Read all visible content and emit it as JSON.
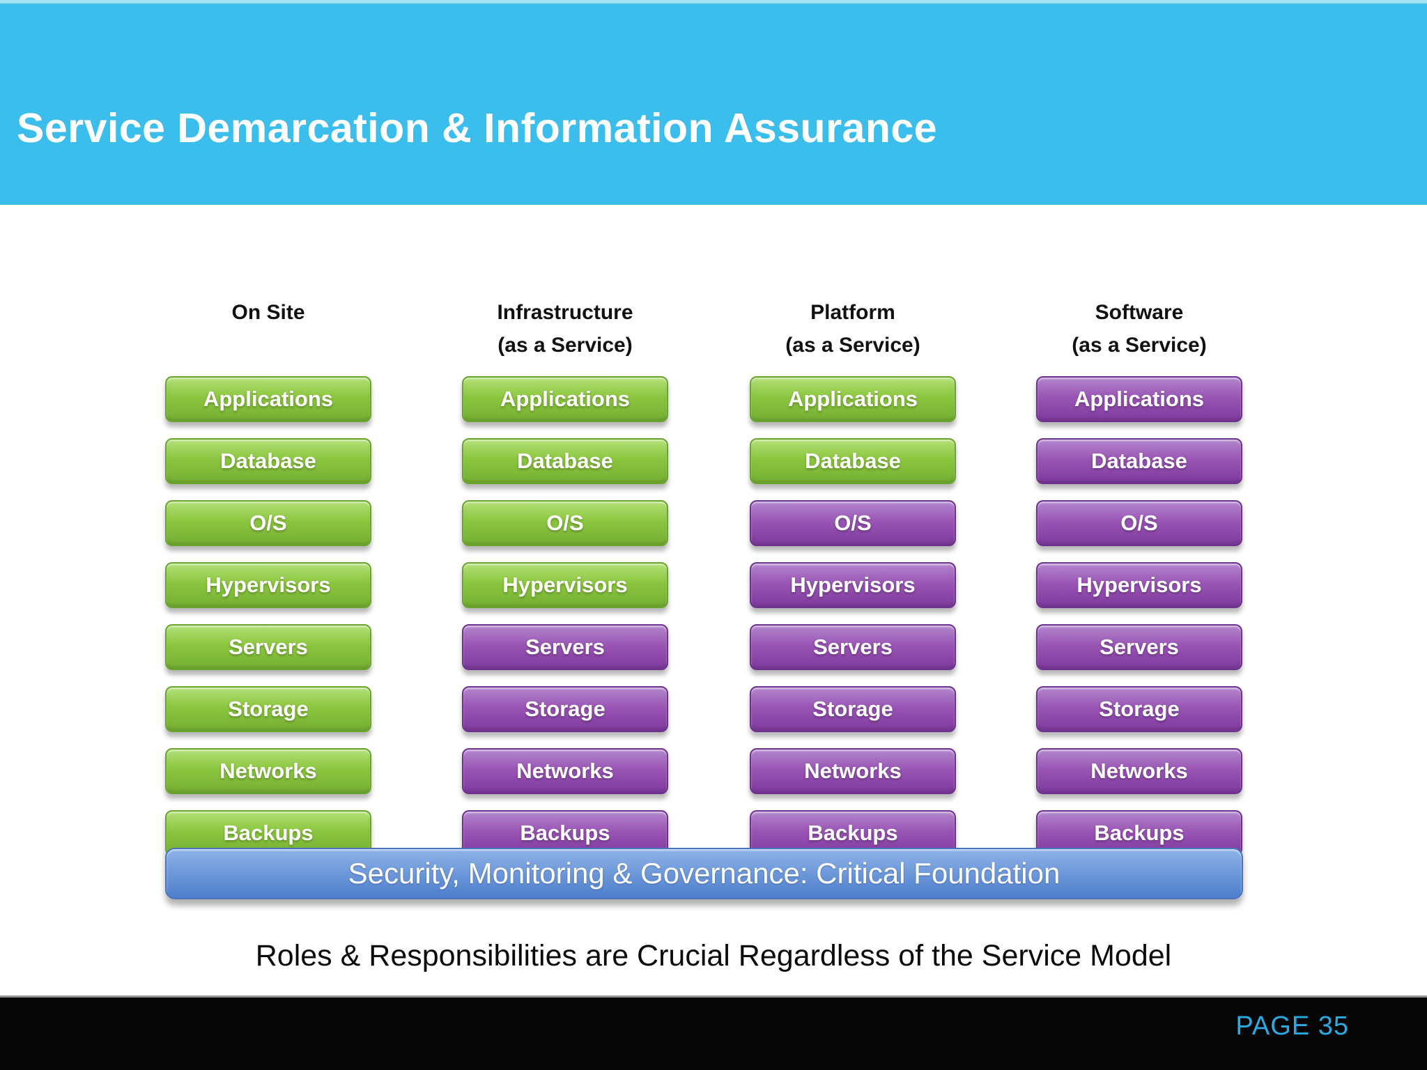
{
  "slide": {
    "title": "Service Demarcation & Information Assurance",
    "footer_note": "Roles & Responsibilities are Crucial Regardless of the Service Model",
    "page_label": "PAGE 35"
  },
  "banner": {
    "label": "Security, Monitoring & Governance: Critical Foundation"
  },
  "columns": [
    {
      "title": "On Site",
      "subtitle": "",
      "items": [
        {
          "label": "Applications",
          "color": "green"
        },
        {
          "label": "Database",
          "color": "green"
        },
        {
          "label": "O/S",
          "color": "green"
        },
        {
          "label": "Hypervisors",
          "color": "green"
        },
        {
          "label": "Servers",
          "color": "green"
        },
        {
          "label": "Storage",
          "color": "green"
        },
        {
          "label": "Networks",
          "color": "green"
        },
        {
          "label": "Backups",
          "color": "green"
        }
      ]
    },
    {
      "title": "Infrastructure",
      "subtitle": "(as a Service)",
      "items": [
        {
          "label": "Applications",
          "color": "green"
        },
        {
          "label": "Database",
          "color": "green"
        },
        {
          "label": "O/S",
          "color": "green"
        },
        {
          "label": "Hypervisors",
          "color": "green"
        },
        {
          "label": "Servers",
          "color": "purple"
        },
        {
          "label": "Storage",
          "color": "purple"
        },
        {
          "label": "Networks",
          "color": "purple"
        },
        {
          "label": "Backups",
          "color": "purple"
        }
      ]
    },
    {
      "title": "Platform",
      "subtitle": "(as a Service)",
      "items": [
        {
          "label": "Applications",
          "color": "green"
        },
        {
          "label": "Database",
          "color": "green"
        },
        {
          "label": "O/S",
          "color": "purple"
        },
        {
          "label": "Hypervisors",
          "color": "purple"
        },
        {
          "label": "Servers",
          "color": "purple"
        },
        {
          "label": "Storage",
          "color": "purple"
        },
        {
          "label": "Networks",
          "color": "purple"
        },
        {
          "label": "Backups",
          "color": "purple"
        }
      ]
    },
    {
      "title": "Software",
      "subtitle": "(as a Service)",
      "items": [
        {
          "label": "Applications",
          "color": "purple"
        },
        {
          "label": "Database",
          "color": "purple"
        },
        {
          "label": "O/S",
          "color": "purple"
        },
        {
          "label": "Hypervisors",
          "color": "purple"
        },
        {
          "label": "Servers",
          "color": "purple"
        },
        {
          "label": "Storage",
          "color": "purple"
        },
        {
          "label": "Networks",
          "color": "purple"
        },
        {
          "label": "Backups",
          "color": "purple"
        }
      ]
    }
  ],
  "colors": {
    "header_blue": "#3BBEEC",
    "green_light": "#B2E078",
    "green_main": "#8CC63F",
    "green_dark": "#74AF33",
    "green_border": "#69A42C",
    "purple_light": "#B287CD",
    "purple_main": "#9A55B5",
    "purple_dark": "#7E3A9D",
    "purple_border": "#6F3190",
    "banner_light": "#8FB3E8",
    "banner_main": "#6E99DA",
    "banner_dark": "#4E7ECC",
    "banner_border": "#4C74BE",
    "page_cyan": "#2BAAE2",
    "footer_black": "#060606"
  }
}
